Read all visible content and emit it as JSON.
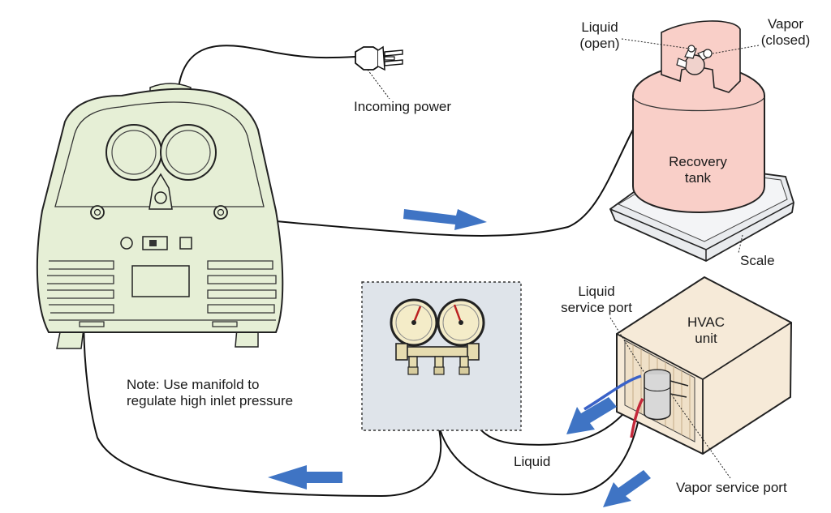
{
  "labels": {
    "incoming_power": "Incoming power",
    "liquid_valve_line1": "Liquid",
    "liquid_valve_line2": "(open)",
    "vapor_valve_line1": "Vapor",
    "vapor_valve_line2": "(closed)",
    "recovery_tank_line1": "Recovery",
    "recovery_tank_line2": "tank",
    "scale": "Scale",
    "liquid_service_port_line1": "Liquid",
    "liquid_service_port_line2": "service port",
    "hvac_unit_line1": "HVAC",
    "hvac_unit_line2": "unit",
    "note_line1": "Note: Use manifold to",
    "note_line2": "regulate high inlet pressure",
    "liquid_line": "Liquid",
    "vapor_service_port": "Vapor service port"
  },
  "colors": {
    "machine_fill": "#e6efd6",
    "tank_fill": "#f9cfc8",
    "hvac_fill": "#f6ead8",
    "manifold_panel": "#dfe4ea",
    "scale_fill": "#e9ebee",
    "flow_arrow": "#3f74c4",
    "liquid_hose": "#3a62c8",
    "vapor_hose": "#c4283a"
  },
  "icons": [
    "power-plug-icon",
    "flow-arrow-icon",
    "pressure-gauge-icon"
  ]
}
